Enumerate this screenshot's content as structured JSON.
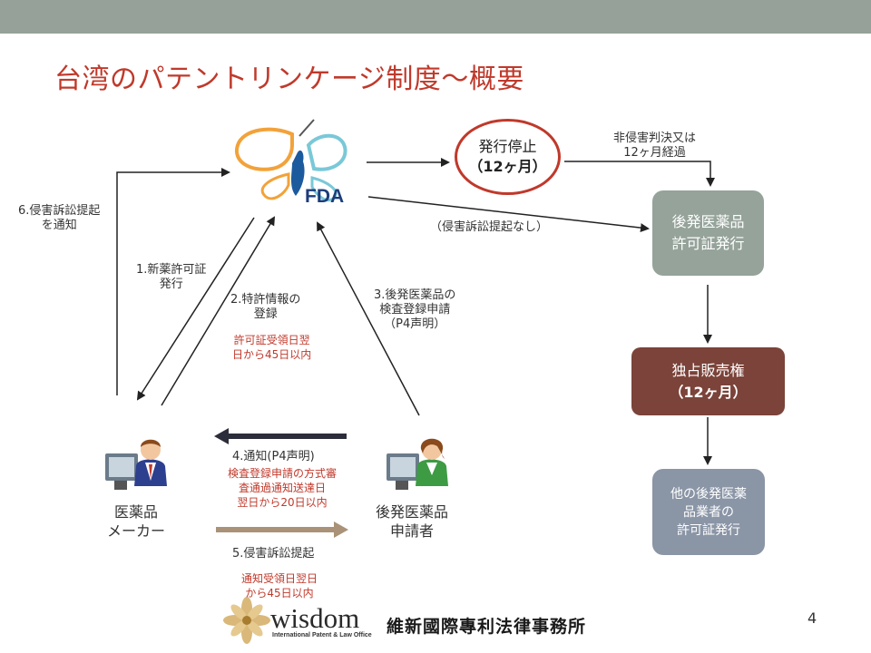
{
  "title": "台湾のパテントリンケージ制度～概要",
  "fda_logo_text": "FDA",
  "stop": {
    "line1": "発行停止",
    "line2": "（12ヶ月）"
  },
  "labels": {
    "no_infringement": "非侵害判決又は",
    "months_passed": "12ヶ月経過",
    "no_suit": "（侵害訴訟提起なし）",
    "notify_suit_1": "6.侵害訴訟提起",
    "notify_suit_2": "を通知",
    "new_drug_1": "1.新薬許可証",
    "new_drug_2": "発行",
    "patent_reg_1": "2.特許情報の",
    "patent_reg_2": "登録",
    "patent_deadline_1": "許可証受領日翌",
    "patent_deadline_2": "日から45日以内",
    "generic_app_1": "3.後発医薬品の",
    "generic_app_2": "検査登録申請",
    "generic_app_3": "（P4声明）",
    "notice_title": "4.通知(P4声明)",
    "notice_detail_1": "検査登録申請の方式審",
    "notice_detail_2": "査通過通知送達日",
    "notice_detail_3": "翌日から20日以内",
    "suit_title": "5.侵害訴訟提起",
    "suit_deadline_1": "通知受領日翌日",
    "suit_deadline_2": "から45日以内"
  },
  "actors": {
    "originator_1": "医薬品",
    "originator_2": "メーカー",
    "generic_1": "後発医薬品",
    "generic_2": "申請者"
  },
  "boxes": {
    "generic_license_1": "後発医薬品",
    "generic_license_2": "許可証発行",
    "exclusive_1": "独占販売権",
    "exclusive_2": "（12ヶ月）",
    "others_1": "他の後発医薬",
    "others_2": "品業者の",
    "others_3": "許可証発行"
  },
  "footer": {
    "brand": "wisdom",
    "brand_sub": "International Patent & Law Office",
    "firm_name": "維新國際專利法律事務所"
  },
  "page_number": "4",
  "colors": {
    "topbar": "#95a199",
    "title": "#c0392b",
    "box_gray": "#95a39a",
    "box_red": "#7b4339",
    "box_blue": "#8a95a6",
    "arrow_dark": "#2b2d3a",
    "arrow_tan": "#a99277"
  }
}
